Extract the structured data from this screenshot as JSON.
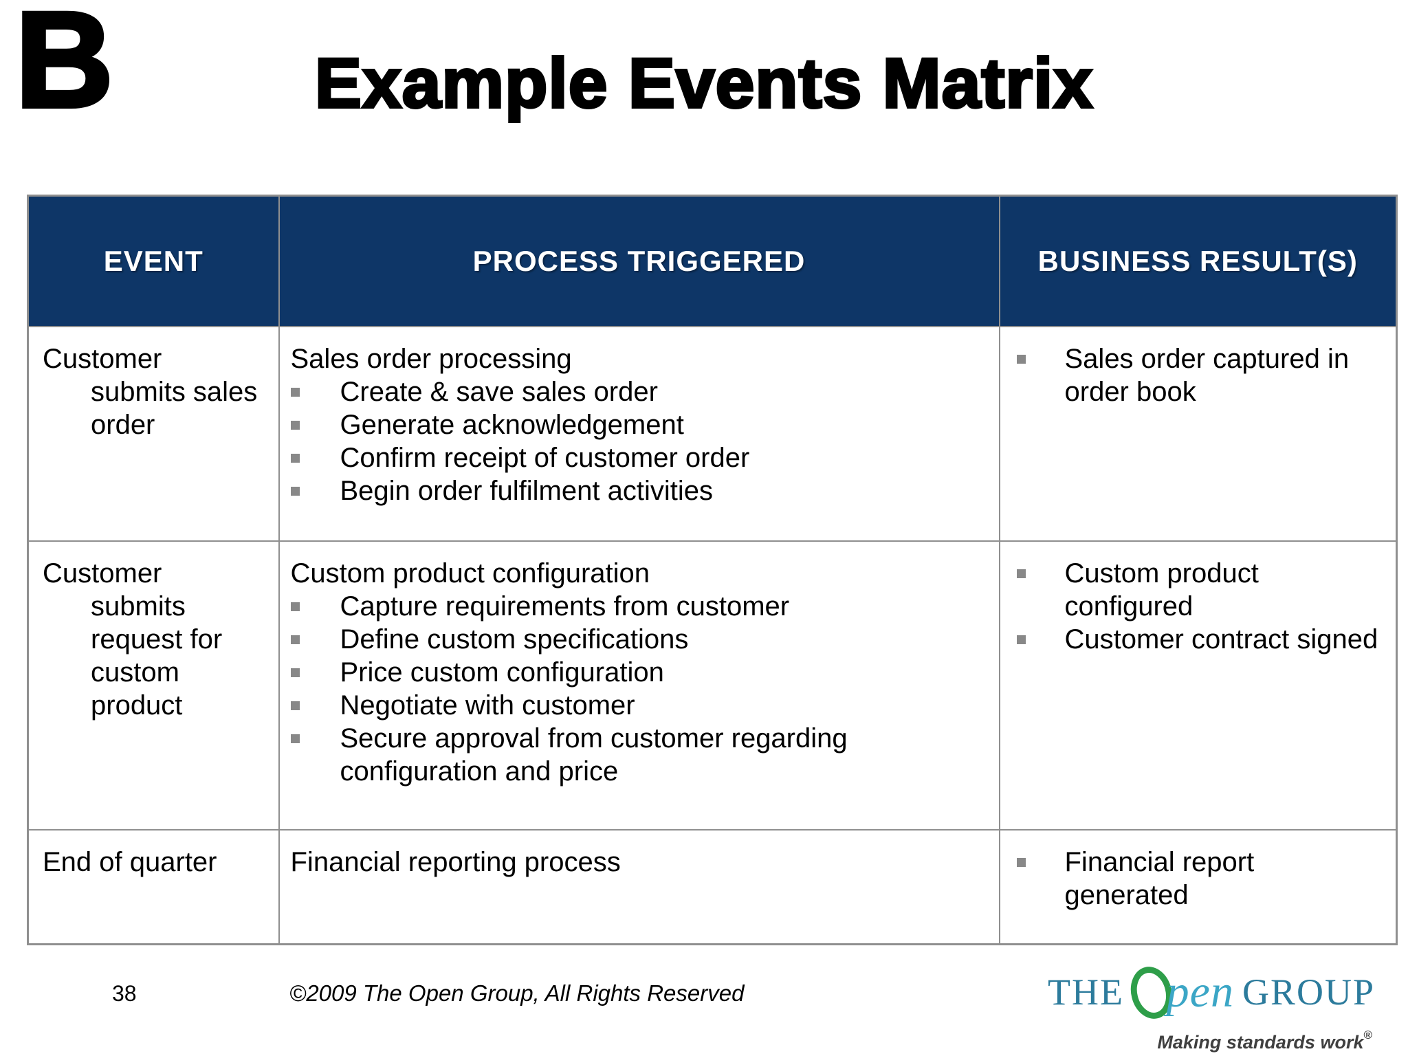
{
  "slide": {
    "corner_letter": "B",
    "title": "Example Events Matrix",
    "page_number": "38",
    "copyright": "©2009 The Open Group, All Rights Reserved"
  },
  "colors": {
    "header_bg": "#0E3667",
    "header_text": "#FFFFFF",
    "table_border": "#8F8F8F",
    "bullet": "#888888",
    "logo_teal": "#2C7B9C",
    "logo_cyan": "#3BA6C6",
    "logo_green": "#2E9E49",
    "tagline_gray": "#3F3F3F"
  },
  "table": {
    "headers": [
      "EVENT",
      "PROCESS TRIGGERED",
      "BUSINESS RESULT(S)"
    ],
    "rows": [
      {
        "event": [
          "Customer",
          "submits sales",
          "order"
        ],
        "process_title": "Sales order processing",
        "process_bullets": [
          [
            "Create & save sales order"
          ],
          [
            "Generate acknowledgement"
          ],
          [
            "Confirm receipt of customer order"
          ],
          [
            "Begin order fulfilment activities"
          ]
        ],
        "results": [
          [
            "Sales order captured in",
            "order book"
          ]
        ]
      },
      {
        "event": [
          "Customer",
          "submits",
          "request for",
          "custom",
          "product"
        ],
        "process_title": "Custom product configuration",
        "process_bullets": [
          [
            "Capture requirements from customer"
          ],
          [
            "Define custom specifications"
          ],
          [
            "Price custom configuration"
          ],
          [
            "Negotiate with customer"
          ],
          [
            "Secure approval from customer regarding",
            "configuration and price"
          ]
        ],
        "results": [
          [
            "Custom product",
            "configured"
          ],
          [
            "Customer contract signed"
          ]
        ]
      },
      {
        "event": [
          "End of quarter"
        ],
        "process_title": "Financial reporting process",
        "process_bullets": [],
        "results": [
          [
            "Financial report",
            "generated"
          ]
        ]
      }
    ]
  },
  "logo": {
    "the": "THE",
    "pen": "pen",
    "group": "GROUP",
    "tagline": "Making standards work",
    "registered": "®"
  }
}
